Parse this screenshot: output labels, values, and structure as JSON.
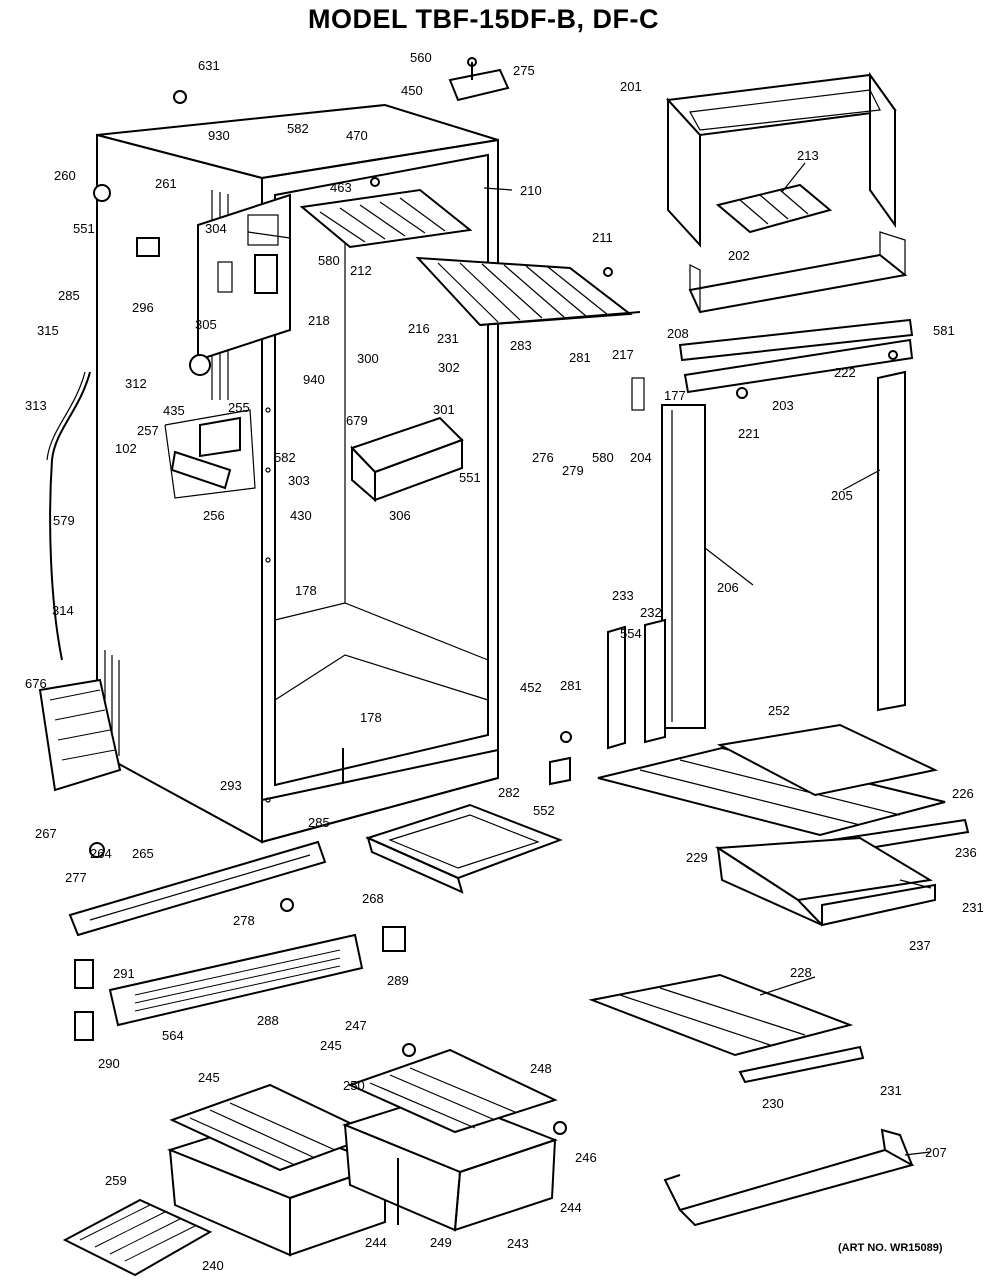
{
  "title": "MODEL TBF-15DF-B, DF-C",
  "art_number": "(ART NO. WR15089)",
  "callouts": [
    {
      "id": "c631",
      "text": "631"
    },
    {
      "id": "c560a",
      "text": "560"
    },
    {
      "id": "c275",
      "text": "275"
    },
    {
      "id": "c450",
      "text": "450"
    },
    {
      "id": "c201",
      "text": "201"
    },
    {
      "id": "c930",
      "text": "930"
    },
    {
      "id": "c582a",
      "text": "582"
    },
    {
      "id": "c470",
      "text": "470"
    },
    {
      "id": "c213",
      "text": "213"
    },
    {
      "id": "c260",
      "text": "260"
    },
    {
      "id": "c261",
      "text": "261"
    },
    {
      "id": "c463",
      "text": "463"
    },
    {
      "id": "c210",
      "text": "210"
    },
    {
      "id": "c551a",
      "text": "551"
    },
    {
      "id": "c304",
      "text": "304"
    },
    {
      "id": "c211",
      "text": "211"
    },
    {
      "id": "c202",
      "text": "202"
    },
    {
      "id": "c580a",
      "text": "580"
    },
    {
      "id": "c212",
      "text": "212"
    },
    {
      "id": "c285a",
      "text": "285"
    },
    {
      "id": "c296",
      "text": "296"
    },
    {
      "id": "c218",
      "text": "218"
    },
    {
      "id": "c216",
      "text": "216"
    },
    {
      "id": "c208",
      "text": "208"
    },
    {
      "id": "c581",
      "text": "581"
    },
    {
      "id": "c305",
      "text": "305"
    },
    {
      "id": "c231a",
      "text": "231"
    },
    {
      "id": "c217",
      "text": "217"
    },
    {
      "id": "c315",
      "text": "315"
    },
    {
      "id": "c312",
      "text": "312"
    },
    {
      "id": "c300",
      "text": "300"
    },
    {
      "id": "c302",
      "text": "302"
    },
    {
      "id": "c283",
      "text": "283"
    },
    {
      "id": "c281a",
      "text": "281"
    },
    {
      "id": "c222",
      "text": "222"
    },
    {
      "id": "c313",
      "text": "313"
    },
    {
      "id": "c435",
      "text": "435"
    },
    {
      "id": "c940",
      "text": "940"
    },
    {
      "id": "c177",
      "text": "177"
    },
    {
      "id": "c203",
      "text": "203"
    },
    {
      "id": "c255",
      "text": "255"
    },
    {
      "id": "c679",
      "text": "679"
    },
    {
      "id": "c301",
      "text": "301"
    },
    {
      "id": "c257",
      "text": "257"
    },
    {
      "id": "c221",
      "text": "221"
    },
    {
      "id": "c102",
      "text": "102"
    },
    {
      "id": "c582b",
      "text": "582"
    },
    {
      "id": "c276",
      "text": "276"
    },
    {
      "id": "c580b",
      "text": "580"
    },
    {
      "id": "c204",
      "text": "204"
    },
    {
      "id": "c303",
      "text": "303"
    },
    {
      "id": "c551b",
      "text": "551"
    },
    {
      "id": "c279",
      "text": "279"
    },
    {
      "id": "c205",
      "text": "205"
    },
    {
      "id": "c256",
      "text": "256"
    },
    {
      "id": "c306",
      "text": "306"
    },
    {
      "id": "c579",
      "text": "579"
    },
    {
      "id": "c430",
      "text": "430"
    },
    {
      "id": "c206",
      "text": "206"
    },
    {
      "id": "c178a",
      "text": "178"
    },
    {
      "id": "c314",
      "text": "314"
    },
    {
      "id": "c233",
      "text": "233"
    },
    {
      "id": "c232",
      "text": "232"
    },
    {
      "id": "c554",
      "text": "554"
    },
    {
      "id": "c676",
      "text": "676"
    },
    {
      "id": "c452",
      "text": "452"
    },
    {
      "id": "c281b",
      "text": "281"
    },
    {
      "id": "c252",
      "text": "252"
    },
    {
      "id": "c178b",
      "text": "178"
    },
    {
      "id": "c293",
      "text": "293"
    },
    {
      "id": "c226",
      "text": "226"
    },
    {
      "id": "c282",
      "text": "282"
    },
    {
      "id": "c552",
      "text": "552"
    },
    {
      "id": "c285b",
      "text": "285"
    },
    {
      "id": "c267",
      "text": "267"
    },
    {
      "id": "c264",
      "text": "264"
    },
    {
      "id": "c265",
      "text": "265"
    },
    {
      "id": "c229",
      "text": "229"
    },
    {
      "id": "c236",
      "text": "236"
    },
    {
      "id": "c268",
      "text": "268"
    },
    {
      "id": "c231b",
      "text": "231"
    },
    {
      "id": "c277",
      "text": "277"
    },
    {
      "id": "c237",
      "text": "237"
    },
    {
      "id": "c278",
      "text": "278"
    },
    {
      "id": "c228",
      "text": "228"
    },
    {
      "id": "c291",
      "text": "291"
    },
    {
      "id": "c289",
      "text": "289"
    },
    {
      "id": "c288",
      "text": "288"
    },
    {
      "id": "c564",
      "text": "564"
    },
    {
      "id": "c247",
      "text": "247"
    },
    {
      "id": "c290",
      "text": "290"
    },
    {
      "id": "c231c",
      "text": "231"
    },
    {
      "id": "c245a",
      "text": "245"
    },
    {
      "id": "c230",
      "text": "230"
    },
    {
      "id": "c248",
      "text": "248"
    },
    {
      "id": "c245b",
      "text": "245"
    },
    {
      "id": "c250",
      "text": "250"
    },
    {
      "id": "c207",
      "text": "207"
    },
    {
      "id": "c246",
      "text": "246"
    },
    {
      "id": "c259",
      "text": "259"
    },
    {
      "id": "c244a",
      "text": "244"
    },
    {
      "id": "c244b",
      "text": "244"
    },
    {
      "id": "c249",
      "text": "249"
    },
    {
      "id": "c243",
      "text": "243"
    },
    {
      "id": "c240",
      "text": "240"
    }
  ]
}
